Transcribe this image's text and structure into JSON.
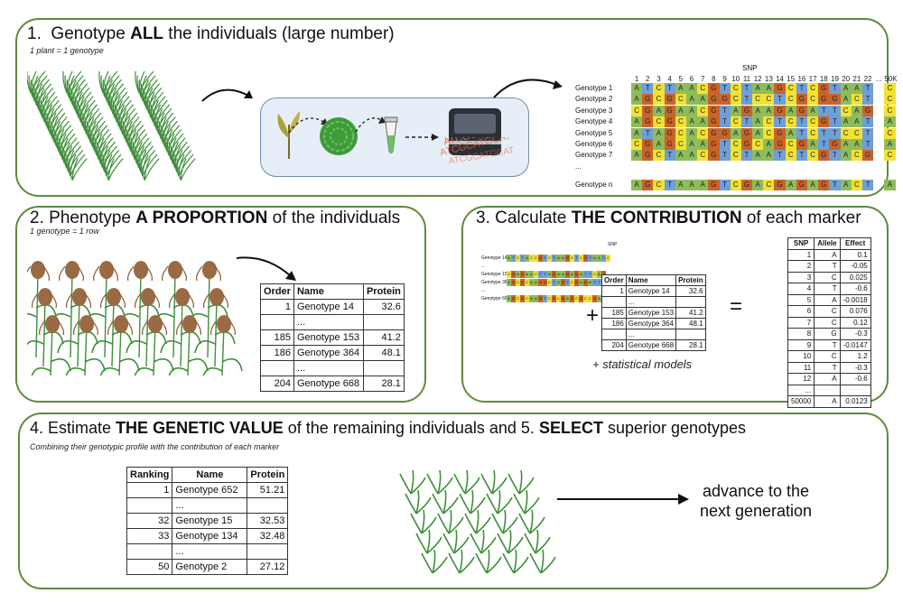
{
  "step1": {
    "num": "1.",
    "title_pre": "Genotype ",
    "title_bold": "ALL",
    "title_post": " the individuals (large number)",
    "subtitle": "1 plant = 1 genotype",
    "snp_header": "SNP",
    "snp_positions": [
      "1",
      "2",
      "3",
      "4",
      "5",
      "6",
      "7",
      "8",
      "9",
      "10",
      "11",
      "12",
      "13",
      "14",
      "15",
      "16",
      "17",
      "18",
      "19",
      "20",
      "21",
      "22",
      "...",
      "50K"
    ],
    "genotype_labels": [
      "Genotype 1",
      "Genotype 2",
      "Genotype 3",
      "Genotype 4",
      "Genotype 5",
      "Genotype 6",
      "Genotype 7",
      "...",
      "Genotype n"
    ],
    "sequences": [
      "ATCTAACGTCTAAGCTCGTAATC",
      "AGCGCAAGGCTCCTCGCGGACT",
      "CGAGAACGTAGAAGAGATTCAG",
      "AGCGCAAGTCTACTCTCGTAATA",
      "ATAGCACGGAGACGATCTTCCT",
      "CGAGCAAGTCGCAGCGATGAATA",
      "AGCTAACGTCTAATCTCGTACG",
      "",
      "AGCTAAAGTCGACGAGAGTACTA"
    ],
    "last_col": [
      "C",
      "C",
      "C",
      "A",
      "C",
      "A",
      "C",
      "",
      "A"
    ],
    "base_colors": {
      "A": "#8fbc5a",
      "T": "#6f9fd8",
      "C": "#f2e232",
      "G": "#c8642a"
    },
    "lab_dna_text": "ATCGCATGCAT"
  },
  "step2": {
    "num": "2.",
    "title_pre": "Phenotype ",
    "title_bold": "A PROPORTION",
    "title_post": " of the individuals",
    "subtitle": "1 genotype = 1 row",
    "headers": [
      "Order",
      "Name",
      "Protein"
    ],
    "rows": [
      [
        "1",
        "Genotype 14",
        "32.6"
      ],
      [
        "",
        "...",
        ""
      ],
      [
        "185",
        "Genotype 153",
        "41.2"
      ],
      [
        "186",
        "Genotype 364",
        "48.1"
      ],
      [
        "",
        "...",
        ""
      ],
      [
        "204",
        "Genotype 668",
        "28.1"
      ]
    ]
  },
  "step3": {
    "num": "3.",
    "title_pre": "Calculate ",
    "title_bold": "THE CONTRIBUTION",
    "title_post": " of each marker",
    "plus": "+",
    "equals": "=",
    "models": "+ statistical models",
    "mini_labels": [
      "Genotype 14",
      "...",
      "Genotype 153",
      "Genotype 364",
      "...",
      "Genotype 668"
    ],
    "mini_seqs": [
      "ATCTACCGTCTAAGCTCGTAATC",
      "",
      "CGAGAACTTAGAAGAGATTCAG",
      "AGCGCAAGGCTAGTCGAGATTTG",
      "",
      "AGCGCAAGTCGCGAGCGCCGATG"
    ],
    "effects_headers": [
      "SNP",
      "Allele",
      "Effect"
    ],
    "effects": [
      [
        "1",
        "A",
        "0.1"
      ],
      [
        "2",
        "T",
        "-0.05"
      ],
      [
        "3",
        "C",
        "0.025"
      ],
      [
        "4",
        "T",
        "-0.6"
      ],
      [
        "5",
        "A",
        "-0.0018"
      ],
      [
        "6",
        "C",
        "0.076"
      ],
      [
        "7",
        "C",
        "0.12"
      ],
      [
        "8",
        "G",
        "-0.3"
      ],
      [
        "9",
        "T",
        "-0.0147"
      ],
      [
        "10",
        "C",
        "1.2"
      ],
      [
        "11",
        "T",
        "-0.3"
      ],
      [
        "12",
        "A",
        "-0.6"
      ],
      [
        "...",
        "",
        ""
      ],
      [
        "50000",
        "A",
        "0.0123"
      ]
    ]
  },
  "step4": {
    "num4": "4.",
    "pre": "Estimate ",
    "bold1": "THE GENETIC VALUE",
    "mid": " of the remaining individuals and ",
    "num5": "5. ",
    "bold2": "SELECT",
    "post": " superior genotypes",
    "subtitle": "Combining their genotypic profile with the contribution of each marker",
    "headers": [
      "Ranking",
      "Name",
      "Protein"
    ],
    "rows": [
      [
        "1",
        "Genotype 652",
        "51.21"
      ],
      [
        "",
        "...",
        ""
      ],
      [
        "32",
        "Genotype 15",
        "32.53"
      ],
      [
        "33",
        "Genotype 134",
        "32.48"
      ],
      [
        "",
        "...",
        ""
      ],
      [
        "50",
        "Genotype 2",
        "27.12"
      ]
    ],
    "advance_line1": "advance to the",
    "advance_line2": "next generation"
  },
  "colors": {
    "border": "#5f8a3c",
    "plant_green": "#3f8f3a",
    "plant_brown": "#9a6a44"
  }
}
